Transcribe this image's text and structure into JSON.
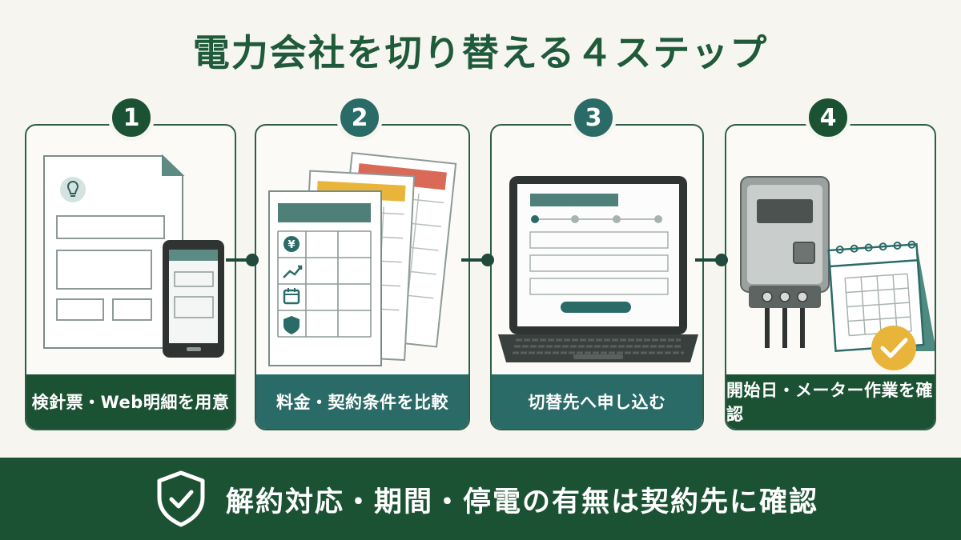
{
  "title": "電力会社を切り替える４ステップ",
  "colors": {
    "dark_green": "#1c5234",
    "teal": "#2b6b67",
    "background": "#f7f5ef",
    "step_label_bg": [
      "#1c5234",
      "#2b6b67",
      "#2b6b67",
      "#1c5234"
    ],
    "step_number_bg": [
      "#1c5234",
      "#2b6b67",
      "#2b6b67",
      "#1c5234"
    ]
  },
  "steps": [
    {
      "number": "1",
      "label": "検針票・Web明細を用意",
      "icon": "bill-and-smartphone-icon"
    },
    {
      "number": "2",
      "label": "料金・契約条件を比較",
      "icon": "comparison-sheets-icon"
    },
    {
      "number": "3",
      "label": "切替先へ申し込む",
      "icon": "laptop-application-form-icon"
    },
    {
      "number": "4",
      "label": "開始日・メーター作業を確認",
      "icon": "electric-meter-and-calendar-icon"
    }
  ],
  "step2_row_icons": [
    "¥"
  ],
  "footer": {
    "text": "解約対応・期間・停電の有無は契約先に確認",
    "icon": "shield-check-icon"
  }
}
